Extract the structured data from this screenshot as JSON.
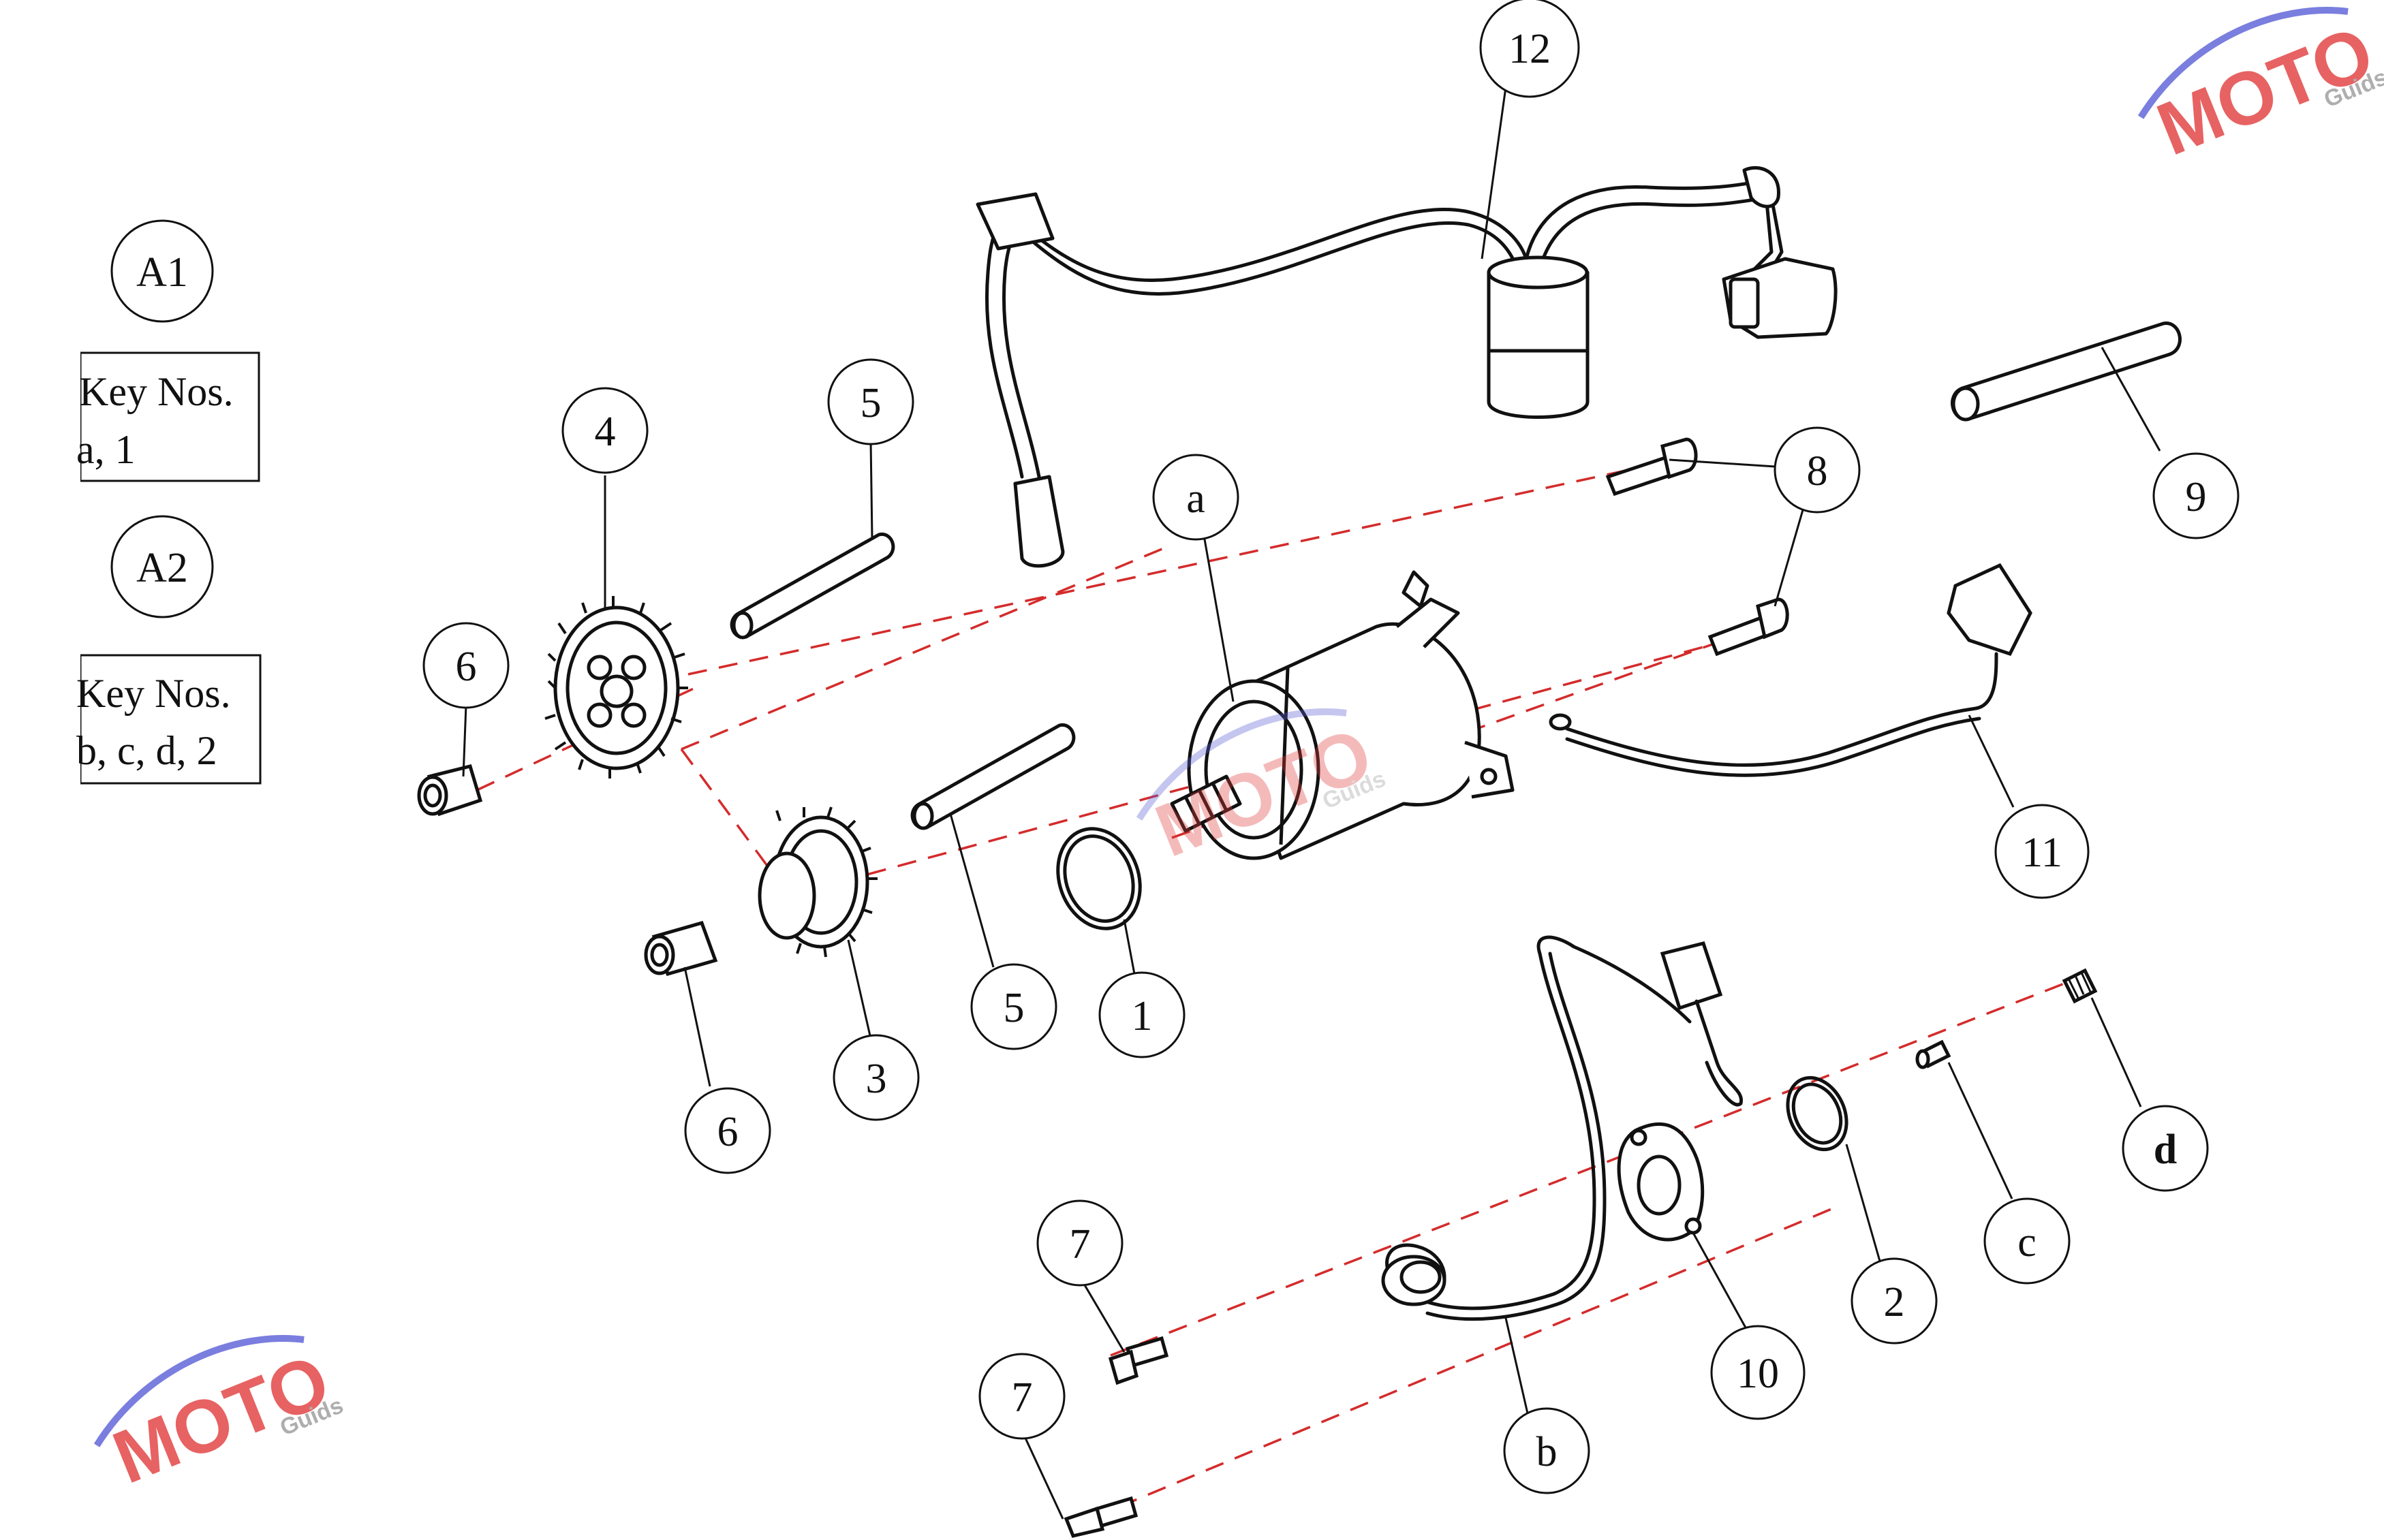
{
  "legend": {
    "groups": [
      {
        "id": "A1",
        "key_title": "Key Nos.",
        "key_items": "a, 1"
      },
      {
        "id": "A2",
        "key_title": "Key Nos.",
        "key_items": "b, c, d, 2"
      }
    ]
  },
  "callouts": {
    "c12": "12",
    "ca": "a",
    "c8": "8",
    "c9": "9",
    "c4": "4",
    "c5a": "5",
    "c6a": "6",
    "c11": "11",
    "c5b": "5",
    "c1": "1",
    "c3": "3",
    "c6b": "6",
    "cd": "d",
    "cc": "c",
    "c2": "2",
    "c10": "10",
    "c7a": "7",
    "c7b": "7",
    "cb": "b"
  },
  "watermark": {
    "brand": "MOTO",
    "sub": "Guids",
    "accent_red": "#e23b3b",
    "accent_blue": "#5a5fd6"
  },
  "colors": {
    "line": "#111111",
    "axis_dash": "#d42b2b"
  }
}
